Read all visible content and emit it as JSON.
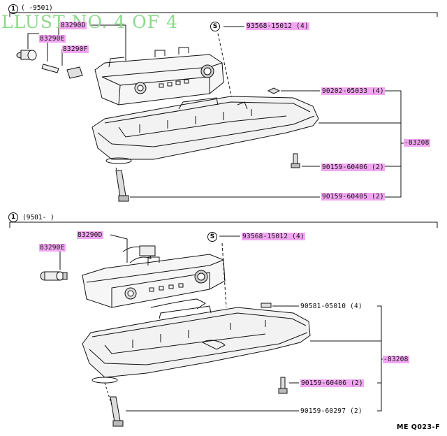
{
  "watermark": "LLUST NO. 4 OF 4",
  "sections": [
    {
      "index": "1",
      "range": "(      -9501)",
      "screw_symbol": "S",
      "labels": {
        "p83290d": "83290D",
        "p83290e": "83290E",
        "p83290f": "83290F",
        "p93568": "93568-15012 (4)",
        "p90202": "90202-05033 (4)",
        "p83208": "-83208",
        "p90159a": "90159-60406 (2)",
        "p90159b": "90159-60405 (2)"
      }
    },
    {
      "index": "1",
      "range": "(9501-      )",
      "screw_symbol": "S",
      "labels": {
        "p83290d": "83290D",
        "p83290e": "83290E",
        "p93568": "93568-15012 (4)",
        "p90581": "90581-05010 (4)",
        "p83208": "-83208",
        "p90159a": "90159-60406 (2)",
        "p90159b": "90159-60297 (2)"
      }
    }
  ],
  "reference_code": "ME Q023-F"
}
